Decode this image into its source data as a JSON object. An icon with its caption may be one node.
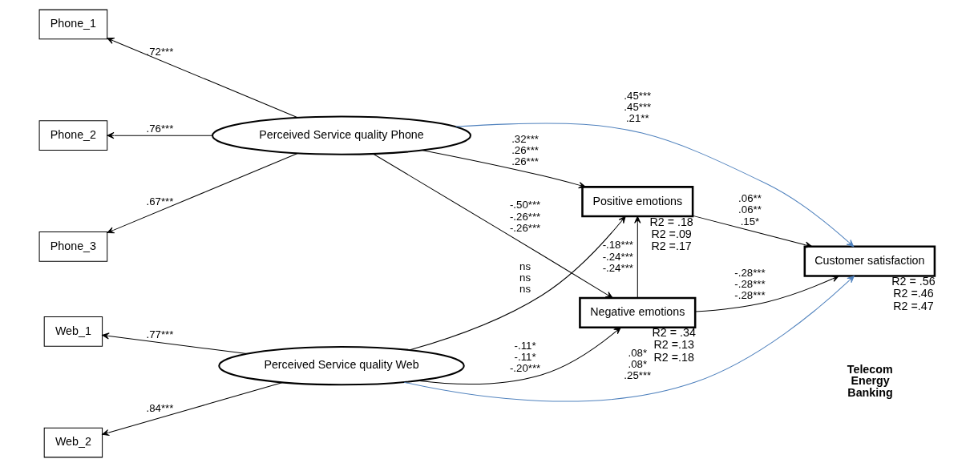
{
  "diagram": {
    "nodes": [
      {
        "text": [
          "Phone_1"
        ]
      },
      {
        "text": [
          "Phone_2"
        ]
      },
      {
        "text": [
          "Phone_3"
        ]
      },
      {
        "text": [
          "Web_1"
        ]
      },
      {
        "text": [
          "Web_2"
        ]
      },
      {
        "text": [
          "Perceived Service quality Phone"
        ]
      },
      {
        "text": [
          "Perceived Service quality Web"
        ]
      },
      {
        "text": [
          "Positive emotions"
        ],
        "beside": [
          "R2 = .18",
          "R2 =.09",
          "R2 =.17"
        ]
      },
      {
        "text": [
          "Negative emotions"
        ],
        "beside": [
          "R2 = .34",
          "R2 =.13",
          "R2 =.18"
        ]
      },
      {
        "text": [
          "Customer satisfaction"
        ],
        "beside": [
          "R2 = .56",
          "R2 =.46",
          "R2 =.47"
        ]
      }
    ],
    "edges": [
      {
        "from": 5,
        "to": 0,
        "arrow": "to",
        "label": ".72***"
      },
      {
        "from": 5,
        "to": 1,
        "arrow": "to",
        "label": ".76***"
      },
      {
        "from": 5,
        "to": 2,
        "arrow": "to",
        "label": ".67***"
      },
      {
        "from": 6,
        "to": 3,
        "arrow": "to",
        "label": ".77***"
      },
      {
        "from": 6,
        "to": 4,
        "arrow": "to",
        "label": ".84***"
      },
      {
        "from": 5,
        "to": 7,
        "arrow": "to",
        "label": ".32*** .26*** .26***"
      },
      {
        "from": 5,
        "to": 8,
        "arrow": "to",
        "label": "-.50*** -.26*** -.26***"
      },
      {
        "from": 6,
        "to": 7,
        "arrow": "to",
        "label": "ns ns ns"
      },
      {
        "from": 6,
        "to": 8,
        "arrow": "to",
        "label": "-.11* -.11* -.20***"
      },
      {
        "from": 8,
        "to": 7,
        "arrow": "to",
        "label": "-.18*** -.24*** -.24***"
      },
      {
        "from": 7,
        "to": 9,
        "arrow": "to",
        "label": ".06** .06** .15*"
      },
      {
        "from": 8,
        "to": 9,
        "arrow": "to",
        "label": "-.28*** -.28*** -.28***"
      },
      {
        "from": 5,
        "to": 9,
        "arrow": "to",
        "label": ".45*** .45*** .21**",
        "color": "#4f81bd"
      },
      {
        "from": 6,
        "to": 9,
        "arrow": "to",
        "label": ".08* .08* .25***",
        "color": "#4f81bd"
      }
    ],
    "labels": [
      "Telecom",
      "Energy",
      "Banking"
    ]
  }
}
